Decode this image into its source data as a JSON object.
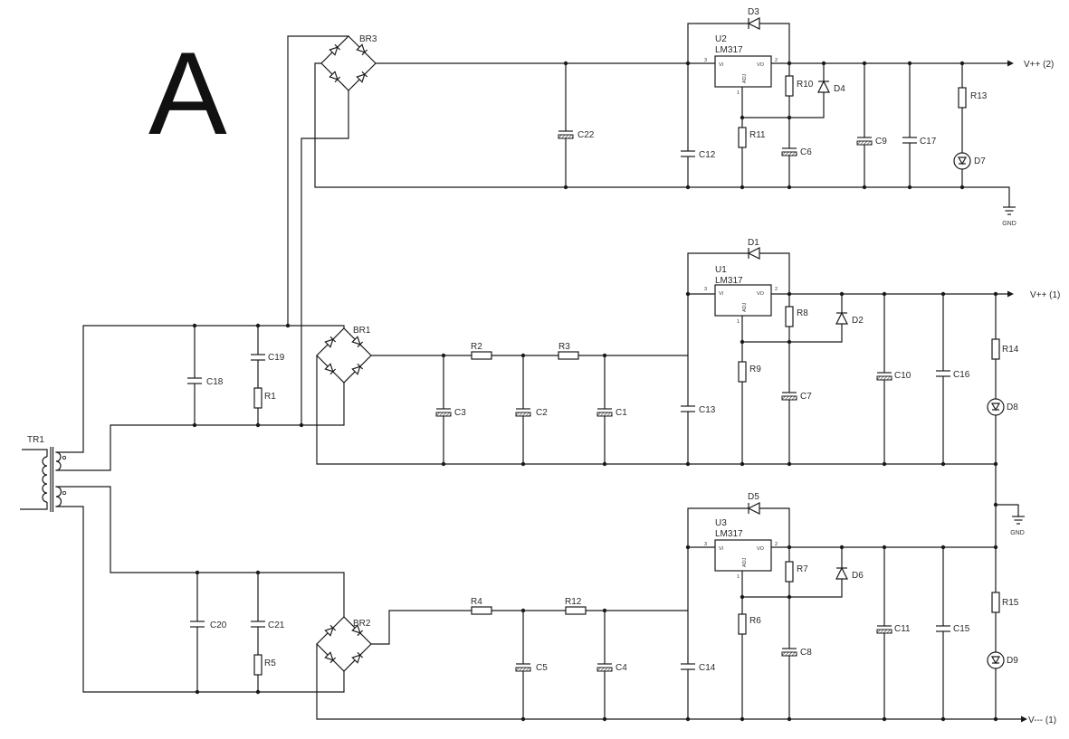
{
  "panel_label": "A",
  "rails": {
    "v_pos_2": "V++ (2)",
    "v_pos_1": "V++ (1)",
    "v_neg_1": "V--- (1)",
    "ground": "GND"
  },
  "pins": {
    "input_num": "3",
    "output_num": "2",
    "adj_num": "1",
    "vi": "VI",
    "vo": "VO",
    "adj": "ADJ"
  },
  "regulators": {
    "u1": {
      "ref": "U1",
      "part": "LM317"
    },
    "u2": {
      "ref": "U2",
      "part": "LM317"
    },
    "u3": {
      "ref": "U3",
      "part": "LM317"
    }
  },
  "components": {
    "tr1": "TR1",
    "br1": "BR1",
    "br2": "BR2",
    "br3": "BR3",
    "c1": "C1",
    "c2": "C2",
    "c3": "C3",
    "c4": "C4",
    "c5": "C5",
    "c6": "C6",
    "c7": "C7",
    "c8": "C8",
    "c9": "C9",
    "c10": "C10",
    "c11": "C11",
    "c12": "C12",
    "c13": "C13",
    "c14": "C14",
    "c15": "C15",
    "c16": "C16",
    "c17": "C17",
    "c18": "C18",
    "c19": "C19",
    "c20": "C20",
    "c21": "C21",
    "c22": "C22",
    "r1": "R1",
    "r2": "R2",
    "r3": "R3",
    "r4": "R4",
    "r5": "R5",
    "r6": "R6",
    "r7": "R7",
    "r8": "R8",
    "r9": "R9",
    "r10": "R10",
    "r11": "R11",
    "r12": "R12",
    "r13": "R13",
    "r14": "R14",
    "r15": "R15",
    "d1": "D1",
    "d2": "D2",
    "d3": "D3",
    "d4": "D4",
    "d5": "D5",
    "d6": "D6",
    "d7": "D7",
    "d8": "D8",
    "d9": "D9"
  }
}
